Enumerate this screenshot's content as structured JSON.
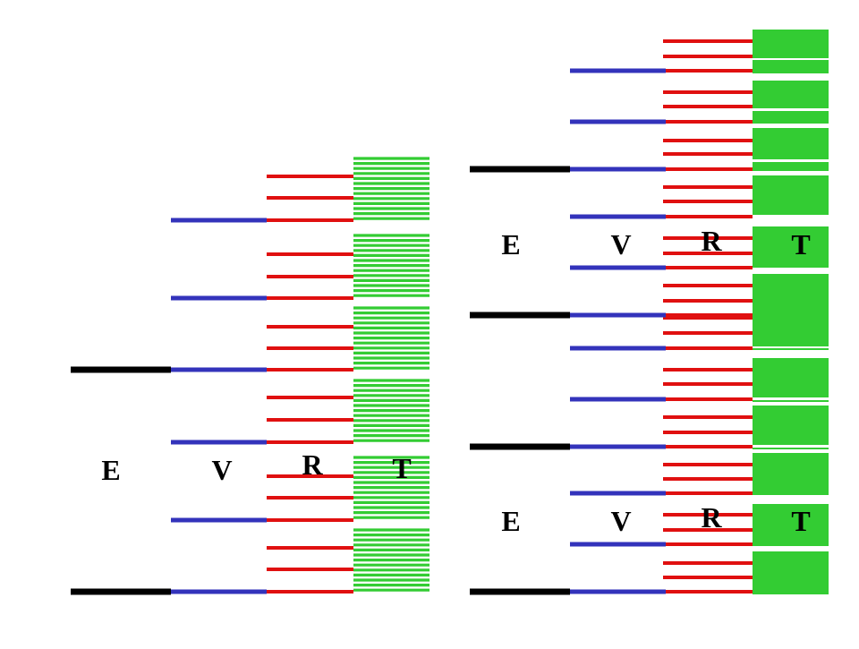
{
  "colors": {
    "electronic": "#000000",
    "vibrational": "#3333bb",
    "rotational": "#e01010",
    "translational": "#33cc33"
  },
  "left_diagram": {
    "labels": {
      "e": "E",
      "v": "V",
      "r": "R",
      "t": "T"
    }
  },
  "right_diagram": {
    "upper_labels": {
      "e": "E",
      "v": "V",
      "r": "R",
      "t": "T"
    },
    "lower_labels": {
      "e": "E",
      "v": "V",
      "r": "R",
      "t": "T"
    }
  }
}
